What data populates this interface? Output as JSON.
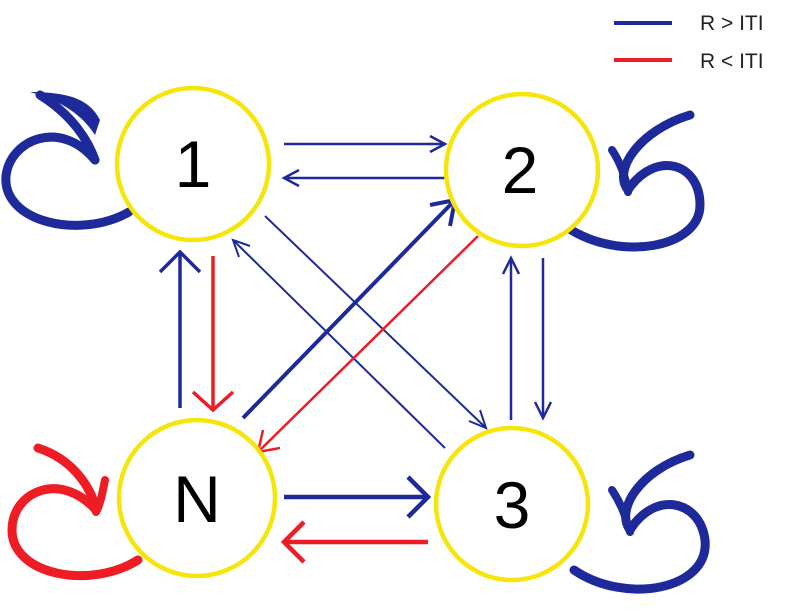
{
  "legend": {
    "items": [
      {
        "label": "R > ITI",
        "color": "#1f2a9a"
      },
      {
        "label": "R < ITI",
        "color": "#ee1c24"
      }
    ]
  },
  "colors": {
    "blue": "#1f2a9a",
    "red": "#ee1c24",
    "node_stroke": "#f5e50b",
    "node_fill": "#ffffff"
  },
  "nodes": [
    {
      "id": "1",
      "label": "1"
    },
    {
      "id": "2",
      "label": "2"
    },
    {
      "id": "N",
      "label": "N"
    },
    {
      "id": "3",
      "label": "3"
    }
  ],
  "edges": [
    {
      "from": "1",
      "to": "2",
      "type": "R > ITI"
    },
    {
      "from": "2",
      "to": "1",
      "type": "R > ITI"
    },
    {
      "from": "1",
      "to": "3",
      "type": "R > ITI"
    },
    {
      "from": "3",
      "to": "1",
      "type": "R > ITI"
    },
    {
      "from": "N",
      "to": "1",
      "type": "R > ITI"
    },
    {
      "from": "1",
      "to": "N",
      "type": "R < ITI"
    },
    {
      "from": "N",
      "to": "2",
      "type": "R > ITI"
    },
    {
      "from": "2",
      "to": "N",
      "type": "R < ITI"
    },
    {
      "from": "3",
      "to": "2",
      "type": "R > ITI"
    },
    {
      "from": "2",
      "to": "3",
      "type": "R > ITI"
    },
    {
      "from": "N",
      "to": "3",
      "type": "R > ITI"
    },
    {
      "from": "3",
      "to": "N",
      "type": "R < ITI"
    }
  ],
  "self_loops": [
    {
      "node": "1",
      "type": "R > ITI"
    },
    {
      "node": "2",
      "type": "R > ITI"
    },
    {
      "node": "N",
      "type": "R < ITI"
    },
    {
      "node": "3",
      "type": "R > ITI"
    }
  ]
}
